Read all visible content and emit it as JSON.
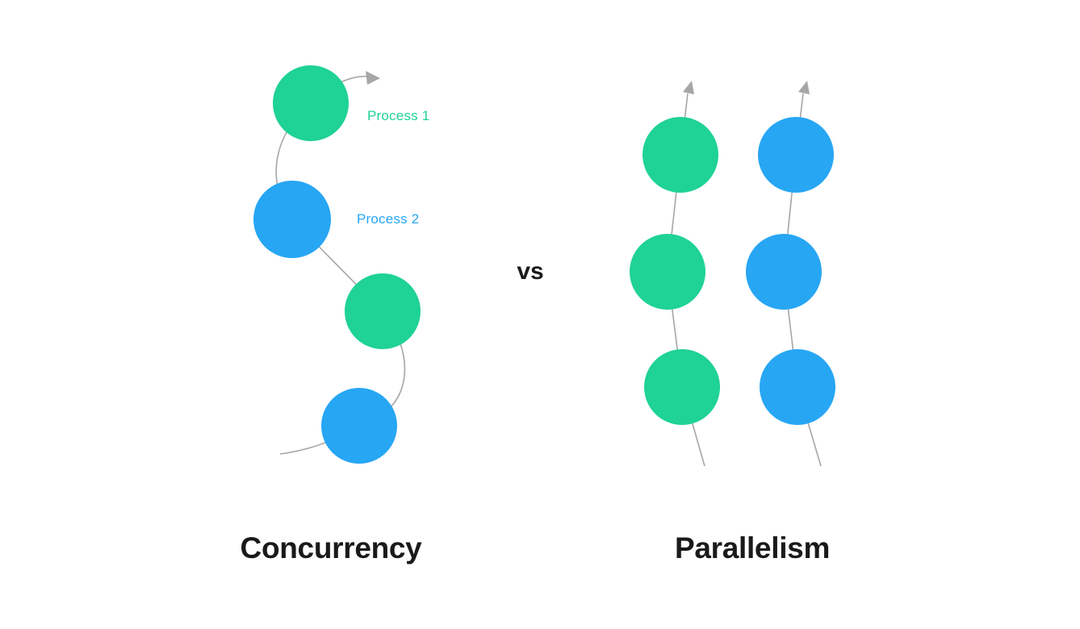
{
  "colors": {
    "green": "#1fd295",
    "blue": "#27a6f4",
    "line": "#a6a6a6",
    "heading": "#1a1a1a"
  },
  "concurrency": {
    "title": "Concurrency",
    "process1_label": "Process 1",
    "process2_label": "Process 2",
    "node_color_sequence_top_to_bottom": [
      "green",
      "blue",
      "green",
      "blue"
    ]
  },
  "versus": "vs",
  "parallelism": {
    "title": "Parallelism",
    "columns": [
      {
        "color": "green",
        "node_count": 3
      },
      {
        "color": "blue",
        "node_count": 3
      }
    ]
  }
}
